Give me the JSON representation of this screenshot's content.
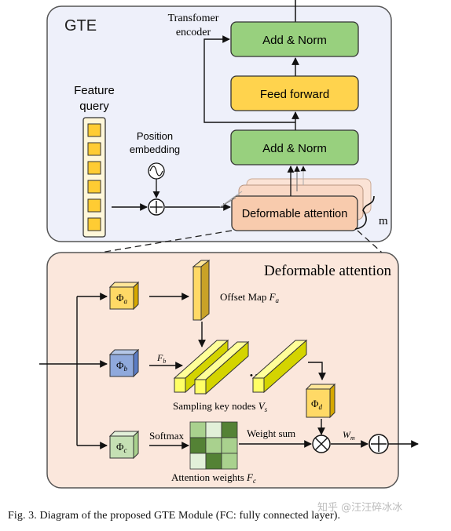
{
  "gte": {
    "title": "GTE",
    "encoder_label_line1": "Transfomer",
    "encoder_label_line2": "encoder",
    "add_norm_top": "Add & Norm",
    "feed_forward": "Feed forward",
    "add_norm_bottom": "Add & Norm",
    "deformable_attention": "Deformable attention",
    "feature_query_line1": "Feature",
    "feature_query_line2": "query",
    "position_embedding_line1": "Position",
    "position_embedding_line2": "embedding",
    "m_label": "m"
  },
  "deform": {
    "title": "Deformable attention",
    "phi_a": "Φ",
    "phi_a_sub": "a",
    "phi_b": "Φ",
    "phi_b_sub": "b",
    "phi_c": "Φ",
    "phi_c_sub": "c",
    "phi_d": "Φ",
    "phi_d_sub": "d",
    "offset_map": "Offset Map",
    "offset_map_var": "F",
    "offset_map_sub": "a",
    "fb": "F",
    "fb_sub": "b",
    "dots": "• • • •",
    "sampling_key_nodes": "Sampling key nodes",
    "sampling_var": "V",
    "sampling_sub": "s",
    "softmax": "Softmax",
    "weight_sum": "Weight sum",
    "wm": "W",
    "wm_sub": "m",
    "attention_weights": "Attention weights",
    "attention_var": "F",
    "attention_sub": "c"
  },
  "caption": "Fig. 3.  Diagram of the proposed GTE Module (FC: fully connected layer).",
  "watermark": "知乎 @汪汪碎冰冰",
  "colors": {
    "green_box": "#98d07e",
    "yellow_box": "#ffd34d",
    "salmon_box": "#f8cbad",
    "gte_bg": "#eef0fa",
    "deform_bg": "#fbe7dc",
    "cube_yellow": "#ffd966",
    "cube_blue": "#8fa9dc",
    "cube_green": "#c5e0b4",
    "bar_yellow": "#ffff66",
    "grid_dark": "#548235",
    "grid_mid": "#a9d18e",
    "grid_light": "#e2f0d9"
  }
}
